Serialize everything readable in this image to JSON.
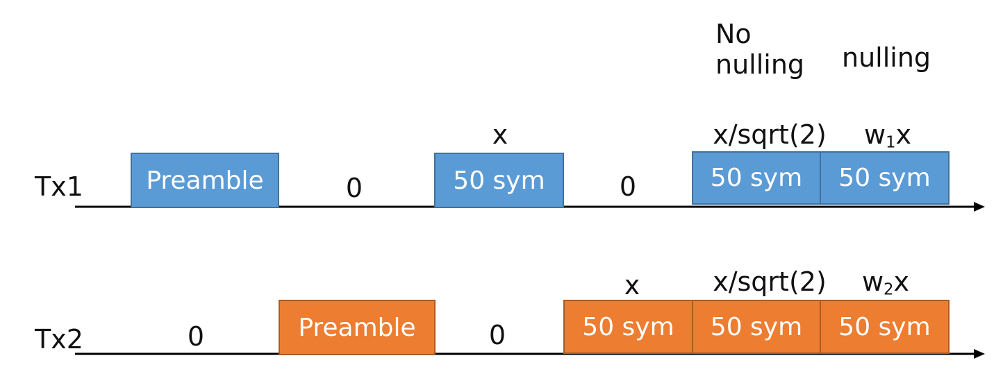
{
  "colors": {
    "tx1_box": "#5b9bd5",
    "tx2_box": "#ed7d31",
    "axis": "#000000"
  },
  "section_labels": {
    "no_nulling": "No nulling",
    "nulling": "nulling"
  },
  "tx1": {
    "label": "Tx1",
    "preamble": "Preamble",
    "zero_1": "0",
    "x_label": "x",
    "block_50sym_1": "50 sym",
    "zero_2": "0",
    "x_sqrt2_label": "x/sqrt(2)",
    "block_50sym_2": "50 sym",
    "w_label_base": "w",
    "w_label_sub": "1",
    "w_label_suffix": "x",
    "block_50sym_3": "50 sym"
  },
  "tx2": {
    "label": "Tx2",
    "zero_1": "0",
    "preamble": "Preamble",
    "zero_2": "0",
    "x_label": "x",
    "block_50sym_1": "50 sym",
    "x_sqrt2_label": "x/sqrt(2)",
    "block_50sym_2": "50 sym",
    "w_label_base": "w",
    "w_label_sub": "2",
    "w_label_suffix": "x",
    "block_50sym_3": "50 sym"
  }
}
